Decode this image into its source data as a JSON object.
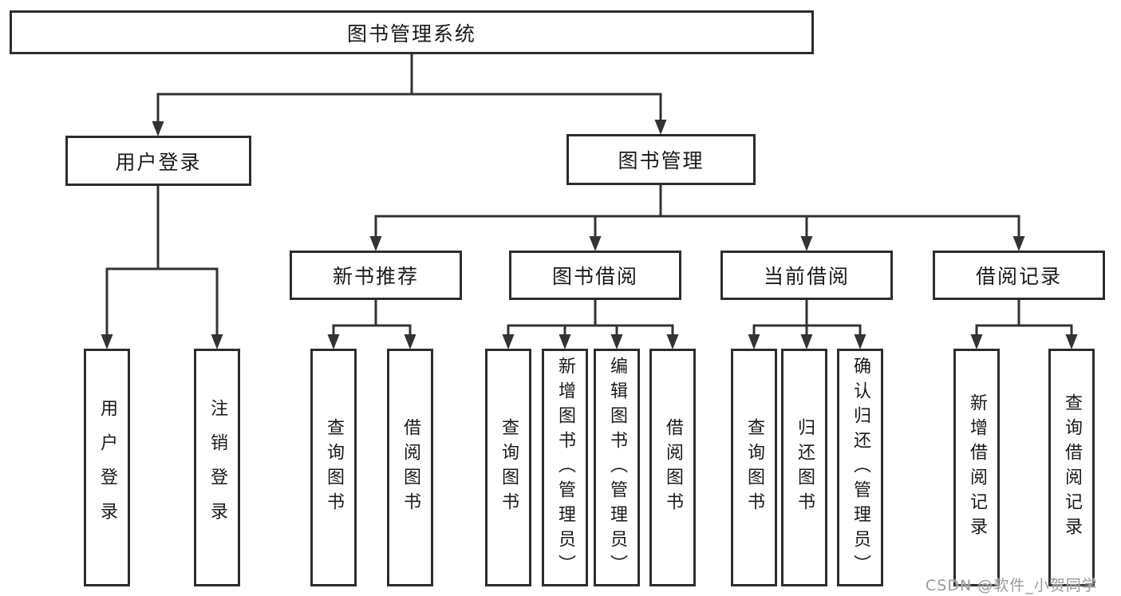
{
  "diagram": {
    "title": "图书管理系统",
    "colors": {
      "line": "#333333",
      "box_border": "#2d2d2d",
      "text": "#1a1a1a",
      "watermark": "#9a9a9a",
      "background": "#ffffff"
    },
    "tree": {
      "label": "图书管理系统",
      "children": [
        {
          "label": "用户登录",
          "children": [
            {
              "label": "用户登录"
            },
            {
              "label": "注销登录"
            }
          ]
        },
        {
          "label": "图书管理",
          "children": [
            {
              "label": "新书推荐",
              "children": [
                {
                  "label": "查询图书"
                },
                {
                  "label": "借阅图书"
                }
              ]
            },
            {
              "label": "图书借阅",
              "children": [
                {
                  "label": "查询图书"
                },
                {
                  "label": "新增图书（管理员）"
                },
                {
                  "label": "编辑图书（管理员）"
                },
                {
                  "label": "借阅图书"
                }
              ]
            },
            {
              "label": "当前借阅",
              "children": [
                {
                  "label": "查询图书"
                },
                {
                  "label": "归还图书"
                },
                {
                  "label": "确认归还（管理员）"
                }
              ]
            },
            {
              "label": "借阅记录",
              "children": [
                {
                  "label": "新增借阅记录"
                },
                {
                  "label": "查询借阅记录"
                }
              ]
            }
          ]
        }
      ]
    },
    "watermark": "CSDN @软件_小贺同学"
  }
}
